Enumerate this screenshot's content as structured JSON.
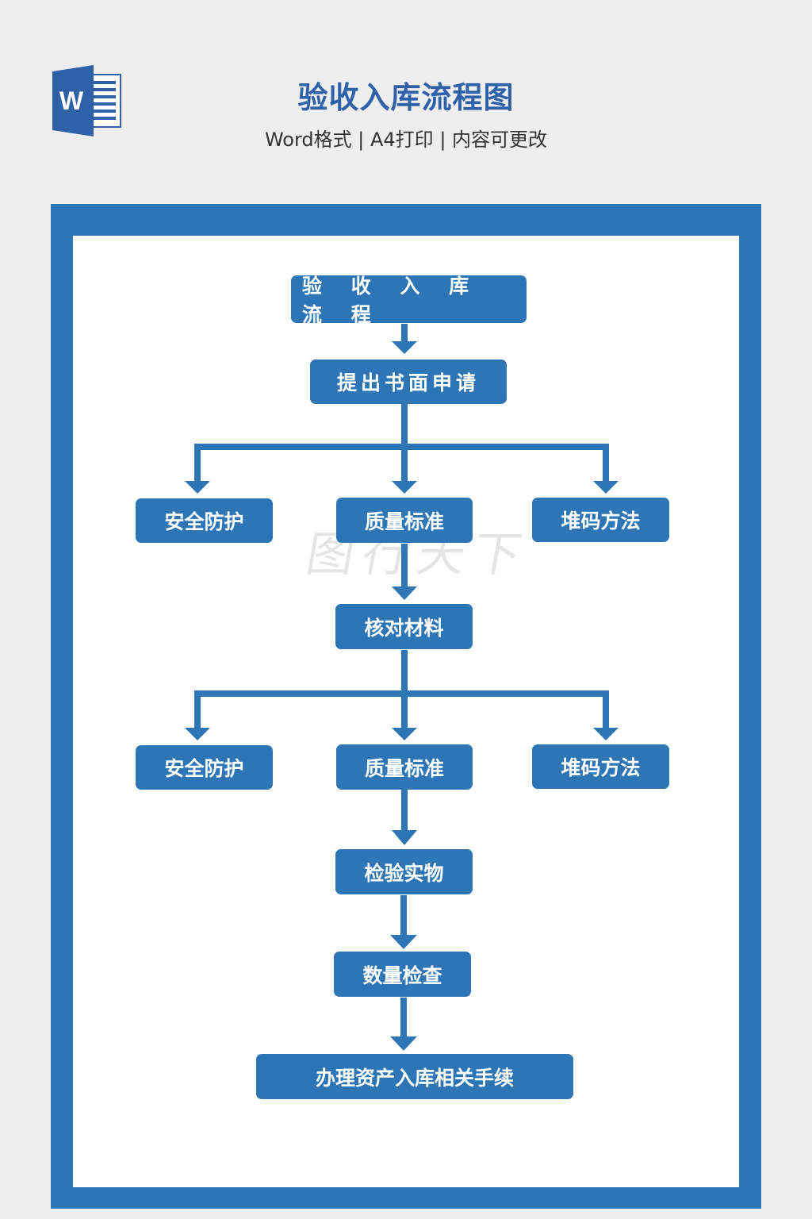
{
  "header": {
    "app_icon": "word-icon",
    "title": "验收入库流程图",
    "subtitle": "Word格式 | A4打印 | 内容可更改"
  },
  "colors": {
    "accent": "#2e75b6",
    "title": "#2e61a8",
    "background": "#eeeeee",
    "paper": "#ffffff"
  },
  "flowchart": {
    "nodes": {
      "start": "验 收 入 库 流 程",
      "apply": "提出书面申请",
      "row1_left": "安全防护",
      "row1_center": "质量标准",
      "row1_right": "堆码方法",
      "verify": "核对材料",
      "row2_left": "安全防护",
      "row2_center": "质量标准",
      "row2_right": "堆码方法",
      "inspect": "检验实物",
      "count": "数量检查",
      "finish": "办理资产入库相关手续"
    },
    "edges": [
      [
        "start",
        "apply"
      ],
      [
        "apply",
        "row1_left"
      ],
      [
        "apply",
        "row1_center"
      ],
      [
        "apply",
        "row1_right"
      ],
      [
        "row1_center",
        "verify"
      ],
      [
        "verify",
        "row2_left"
      ],
      [
        "verify",
        "row2_center"
      ],
      [
        "verify",
        "row2_right"
      ],
      [
        "row2_center",
        "inspect"
      ],
      [
        "inspect",
        "count"
      ],
      [
        "count",
        "finish"
      ]
    ]
  },
  "watermark": "图行天下"
}
